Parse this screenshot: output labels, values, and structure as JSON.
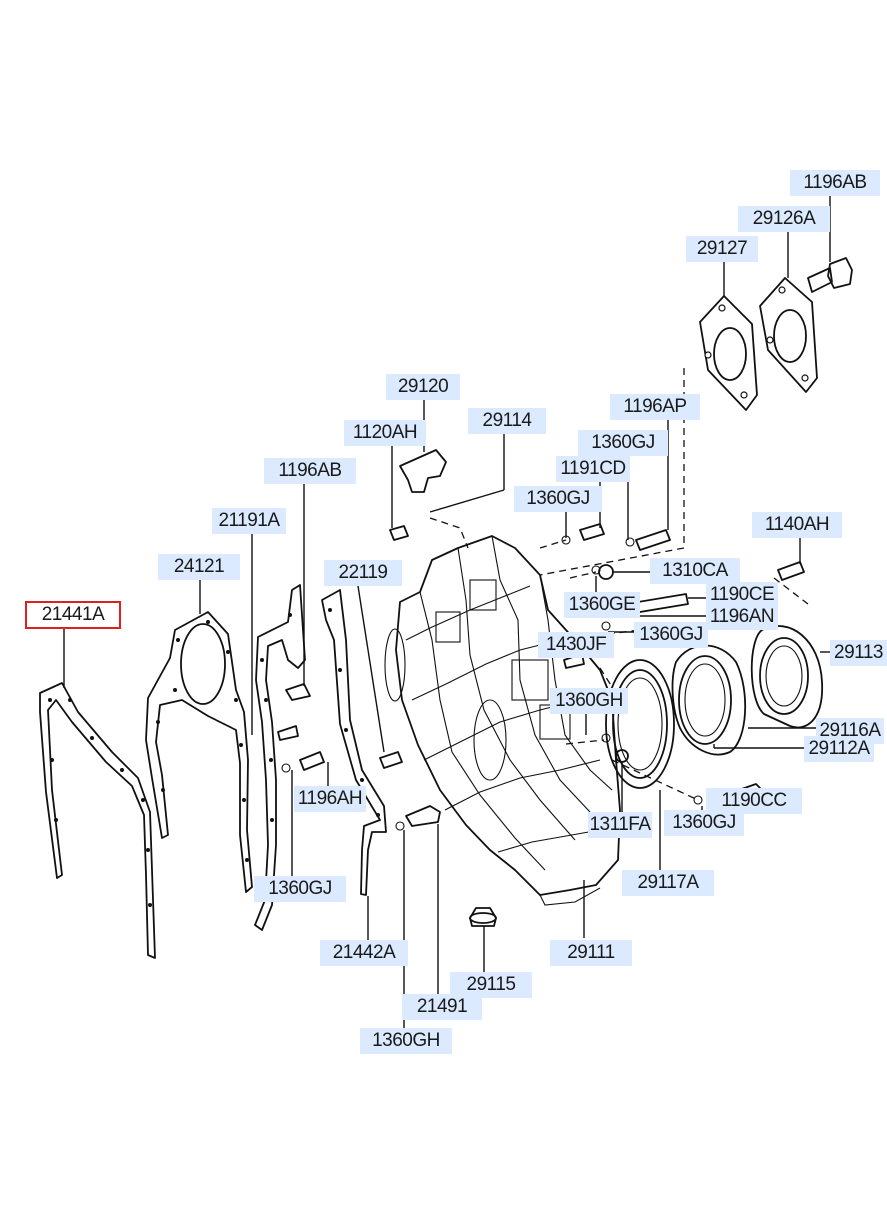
{
  "diagram": {
    "selected_part": "21441A",
    "labels": {
      "l_1196AB_top": "1196AB",
      "l_29126A": "29126A",
      "l_29127": "29127",
      "l_29120": "29120",
      "l_1196AP": "1196AP",
      "l_1120AH": "1120AH",
      "l_29114": "29114",
      "l_1360GJ_a": "1360GJ",
      "l_1191CD": "1191CD",
      "l_1196AB_mid": "1196AB",
      "l_1360GJ_b": "1360GJ",
      "l_21191A": "21191A",
      "l_1140AH": "1140AH",
      "l_24121": "24121",
      "l_22119": "22119",
      "l_1310CA": "1310CA",
      "l_1360GE": "1360GE",
      "l_1190CE": "1190CE",
      "l_1196AN": "1196AN",
      "l_21441A": "21441A",
      "l_1430JF": "1430JF",
      "l_1360GJ_c": "1360GJ",
      "l_29113": "29113",
      "l_1360GH_a": "1360GH",
      "l_29116A": "29116A",
      "l_29112A": "29112A",
      "l_1196AH": "1196AH",
      "l_1190CC": "1190CC",
      "l_1311FA": "1311FA",
      "l_1360GJ_d": "1360GJ",
      "l_1360GJ_e": "1360GJ",
      "l_29117A": "29117A",
      "l_21442A": "21442A",
      "l_29111": "29111",
      "l_29115": "29115",
      "l_21491": "21491",
      "l_1360GH_b": "1360GH"
    }
  }
}
